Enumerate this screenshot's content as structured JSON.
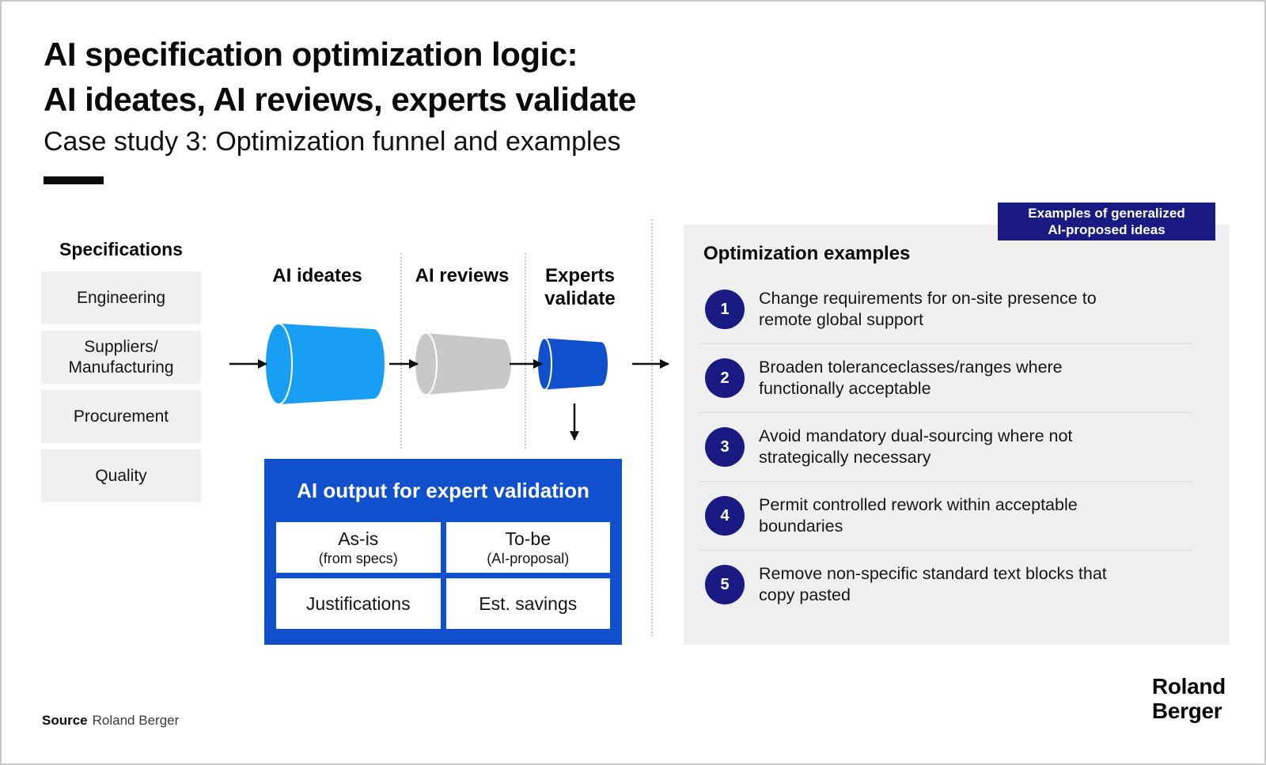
{
  "colors": {
    "bright_blue": "#189ef3",
    "cone_gray": "#c8c8c8",
    "royal_blue": "#1150cc",
    "navy": "#1a1b82",
    "panel_bg": "#efefef",
    "spec_box_bg": "#f0f0ef"
  },
  "header": {
    "title_line1": "AI specification optimization logic:",
    "title_line2": "AI ideates, AI reviews, experts validate",
    "subtitle": "Case study 3: Optimization funnel and examples"
  },
  "specifications": {
    "header": "Specifications",
    "items": [
      "Engineering",
      "Suppliers/\nManufacturing",
      "Procurement",
      "Quality"
    ]
  },
  "funnel": {
    "stages": [
      {
        "label": "AI ideates",
        "color": "#189ef3"
      },
      {
        "label": "AI reviews",
        "color": "#c8c8c8"
      },
      {
        "label": "Experts validate",
        "color": "#1150cc"
      }
    ]
  },
  "output_box": {
    "title": "AI output for expert validation",
    "cells": [
      {
        "main": "As-is",
        "sub": "(from specs)"
      },
      {
        "main": "To-be",
        "sub": "(AI-proposal)"
      },
      {
        "main": "Justifications",
        "sub": ""
      },
      {
        "main": "Est. savings",
        "sub": ""
      }
    ]
  },
  "badge": {
    "line1": "Examples of generalized",
    "line2": "AI-proposed ideas"
  },
  "examples": {
    "header": "Optimization examples",
    "items": [
      {
        "num": "1",
        "text": "Change requirements for on-site presence to\nremote global support"
      },
      {
        "num": "2",
        "text": "Broaden toleranceclasses/ranges where\nfunctionally acceptable"
      },
      {
        "num": "3",
        "text": "Avoid mandatory dual-sourcing where not\nstrategically necessary"
      },
      {
        "num": "4",
        "text": "Permit controlled rework within acceptable\nboundaries"
      },
      {
        "num": "5",
        "text": "Remove non-specific standard text blocks that\ncopy pasted"
      }
    ]
  },
  "footer": {
    "source_label": "Source",
    "source_value": "Roland Berger"
  },
  "logo": {
    "line1": "Roland",
    "line2": "Berger"
  }
}
